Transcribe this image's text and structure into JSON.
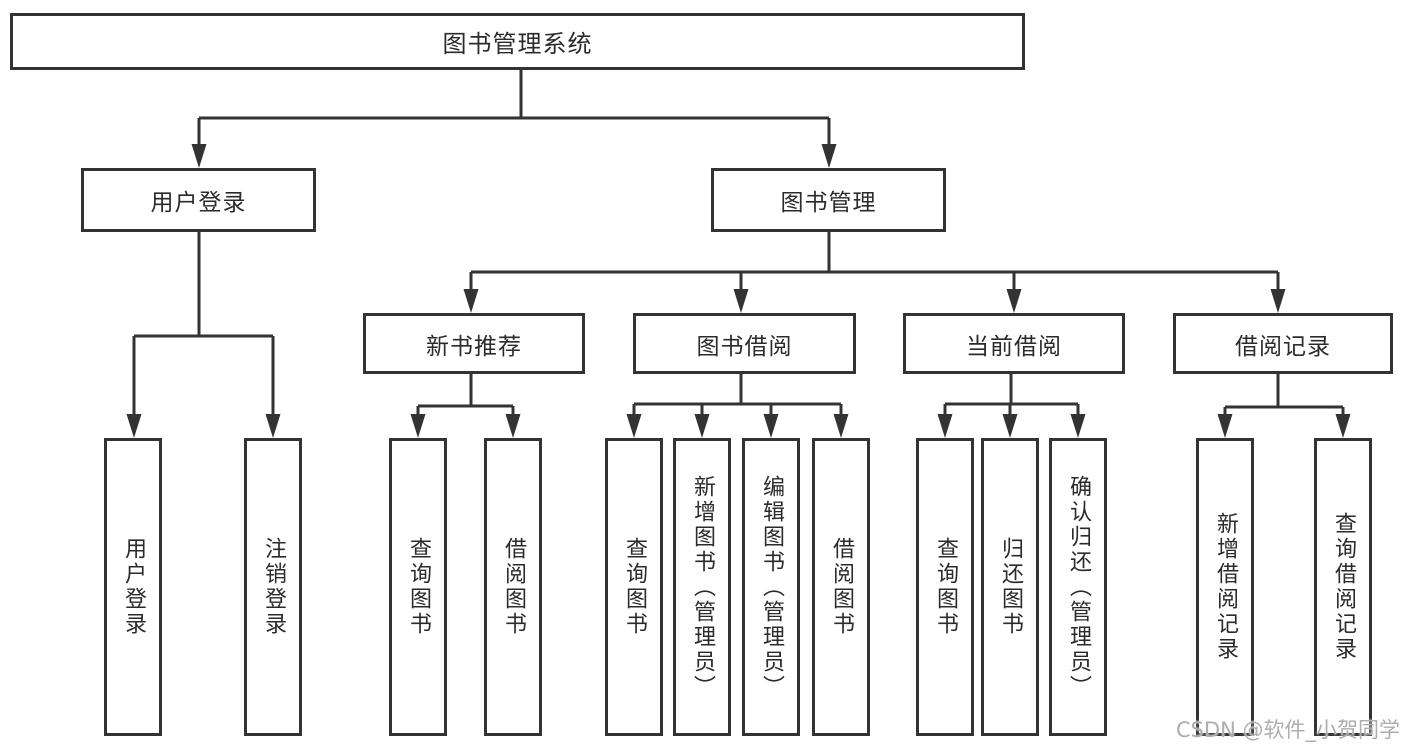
{
  "tree": {
    "root": "图书管理系统",
    "children": [
      {
        "label": "用户登录",
        "children": [
          "用户登录",
          "注销登录"
        ]
      },
      {
        "label": "图书管理",
        "children": [
          {
            "label": "新书推荐",
            "children": [
              "查询图书",
              "借阅图书"
            ]
          },
          {
            "label": "图书借阅",
            "children": [
              "查询图书",
              "新增图书（管理员）",
              "编辑图书（管理员）",
              "借阅图书"
            ]
          },
          {
            "label": "当前借阅",
            "children": [
              "查询图书",
              "归还图书",
              "确认归还（管理员）"
            ]
          },
          {
            "label": "借阅记录",
            "children": [
              "新增借阅记录",
              "查询借阅记录"
            ]
          }
        ]
      }
    ]
  },
  "watermark": {
    "text": "CSDN @软件_小贺同学"
  },
  "colors": {
    "line": "#333333",
    "text": "#2b2b2b",
    "watermark": "#aeaeae",
    "background": "#ffffff"
  }
}
